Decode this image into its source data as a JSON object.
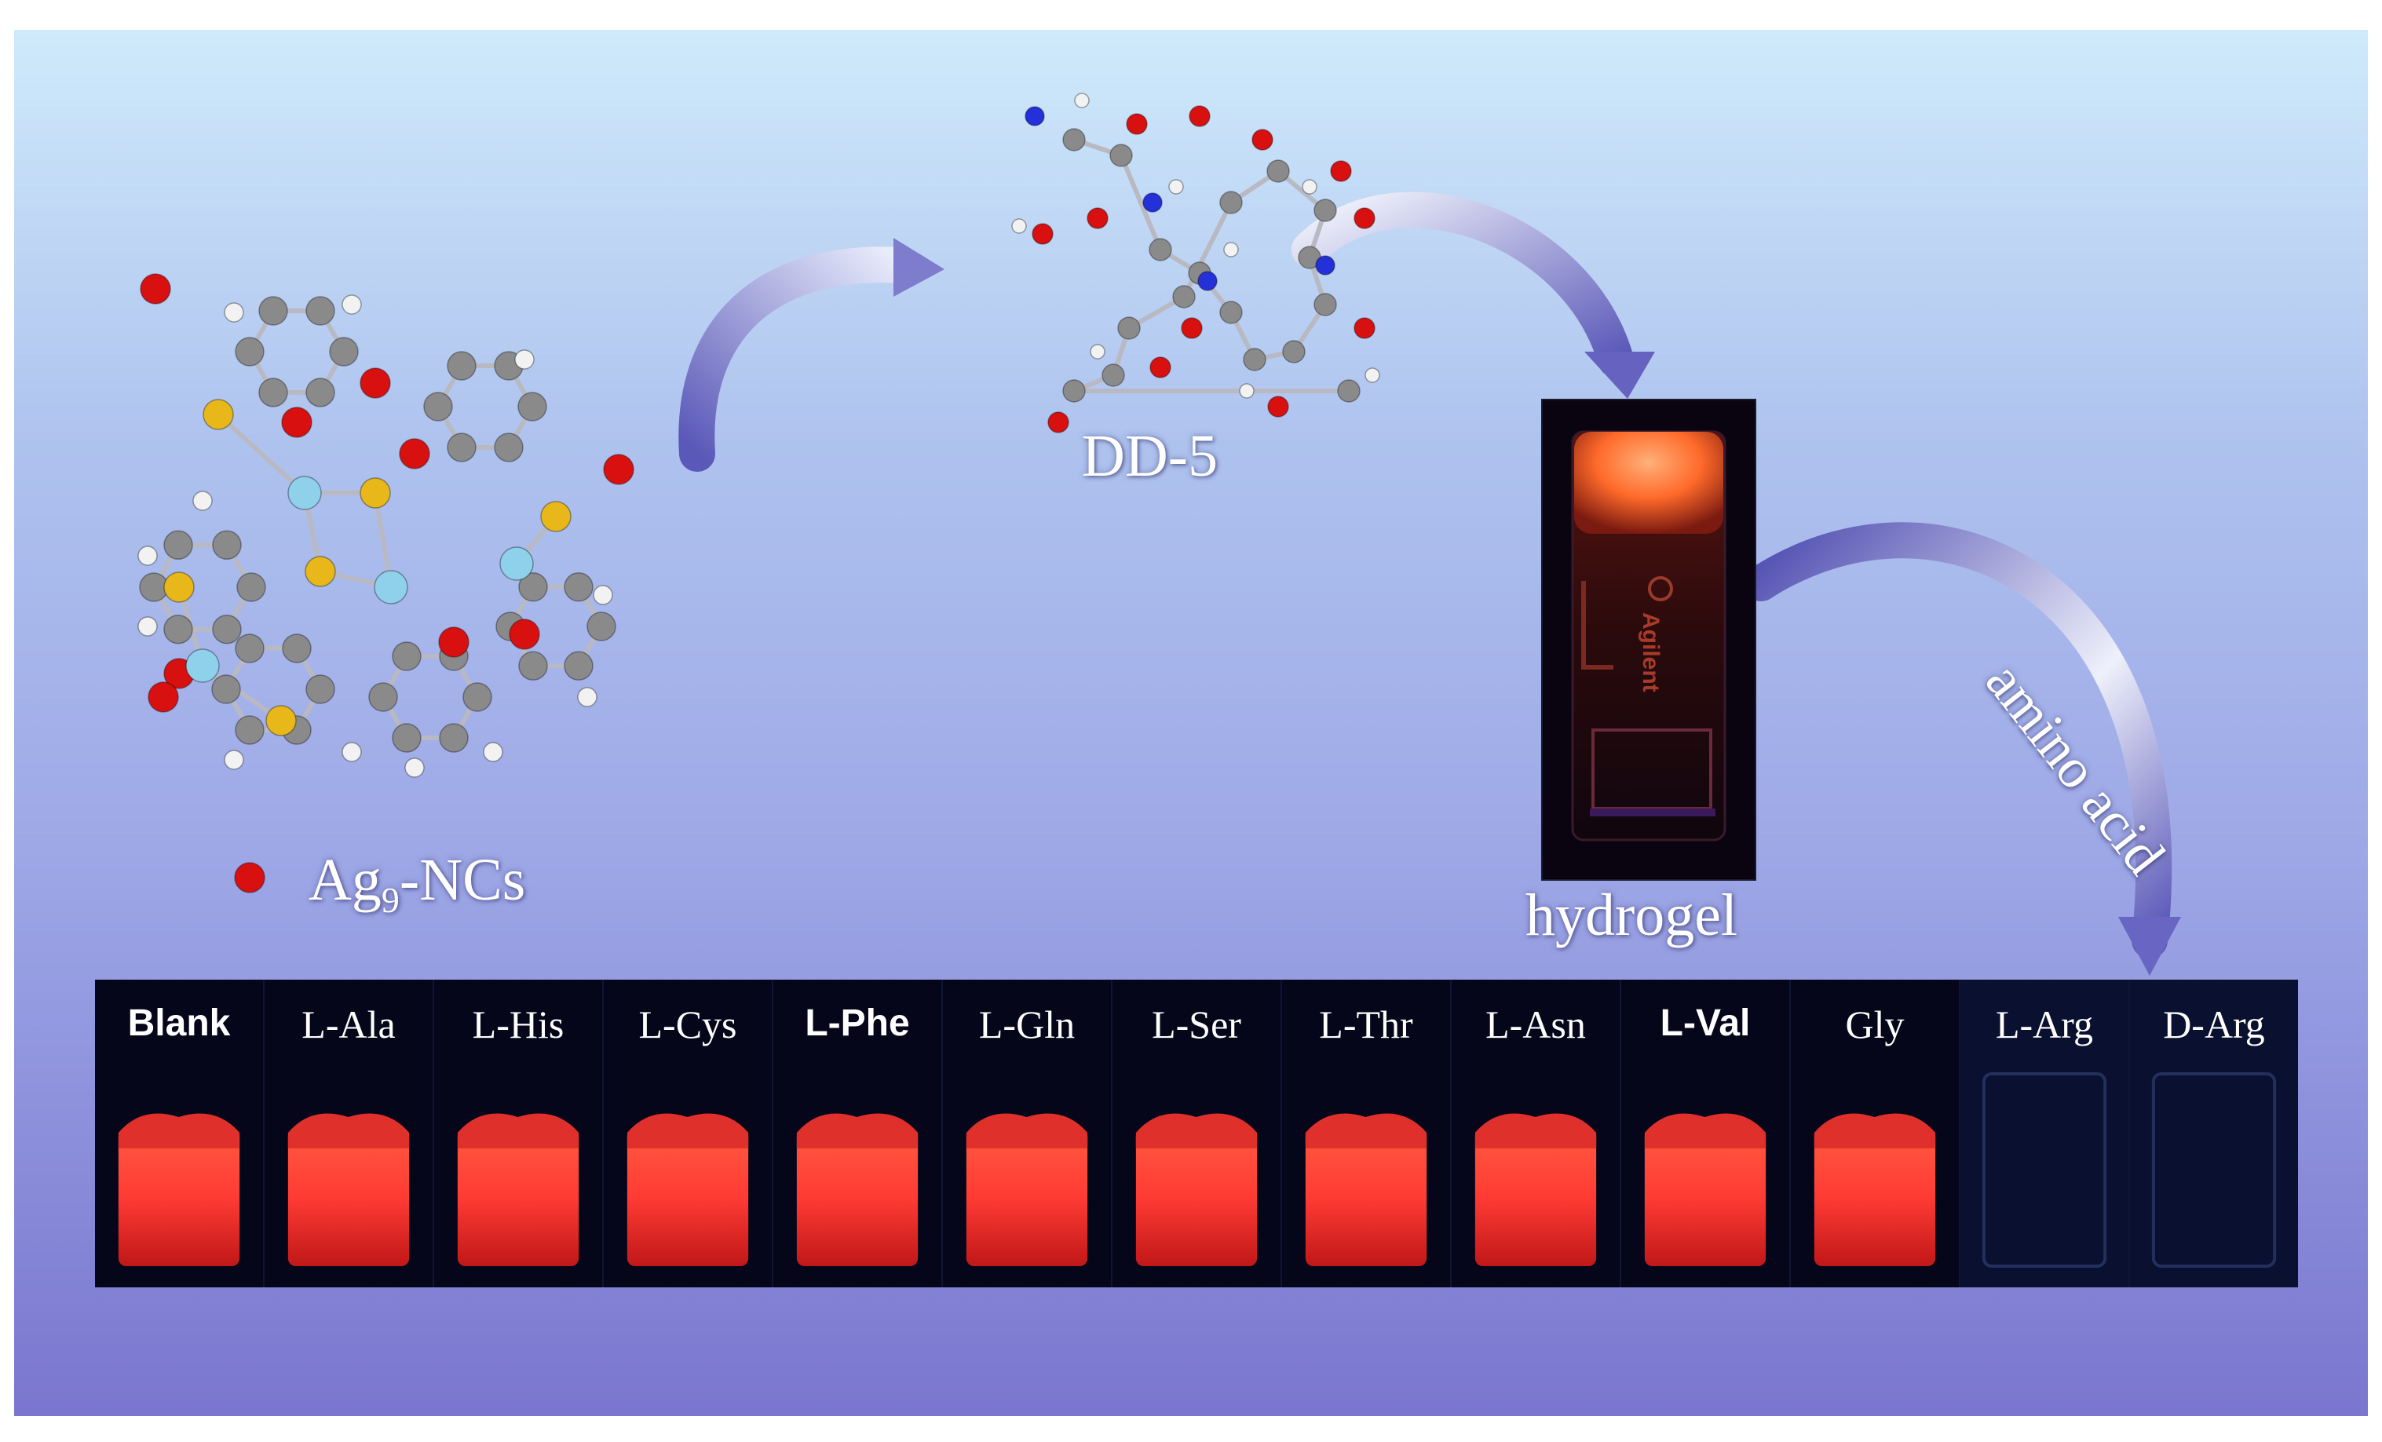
{
  "labels": {
    "ag9_base": "Ag",
    "ag9_sub": "9",
    "ag9_rest": "-NCs",
    "dd5": "DD-5",
    "hydrogel": "hydrogel",
    "amino_acid": "amino acid"
  },
  "vial_brand": "Agilent",
  "samples": [
    {
      "label": "Blank",
      "glow": true,
      "font": "sans"
    },
    {
      "label": "L-Ala",
      "glow": true,
      "font": "serif"
    },
    {
      "label": "L-His",
      "glow": true,
      "font": "serif"
    },
    {
      "label": "L-Cys",
      "glow": true,
      "font": "serif"
    },
    {
      "label": "L-Phe",
      "glow": true,
      "font": "sans"
    },
    {
      "label": "L-Gln",
      "glow": true,
      "font": "serif"
    },
    {
      "label": "L-Ser",
      "glow": true,
      "font": "serif"
    },
    {
      "label": "L-Thr",
      "glow": true,
      "font": "serif"
    },
    {
      "label": "L-Asn",
      "glow": true,
      "font": "serif"
    },
    {
      "label": "L-Val",
      "glow": true,
      "font": "sans"
    },
    {
      "label": "Gly",
      "glow": true,
      "font": "serif"
    },
    {
      "label": "L-Arg",
      "glow": false,
      "font": "serif"
    },
    {
      "label": "D-Arg",
      "glow": false,
      "font": "serif"
    }
  ],
  "colors": {
    "glow_red": "#ff3b34",
    "glow_orange": "#ff6a2a",
    "carbon": "#8a8a8a",
    "oxygen": "#d81010",
    "sulfur": "#e8b81a",
    "silver": "#8fd0ea",
    "hydrogen": "#f2f2f2",
    "nitrogen": "#2430d8"
  }
}
